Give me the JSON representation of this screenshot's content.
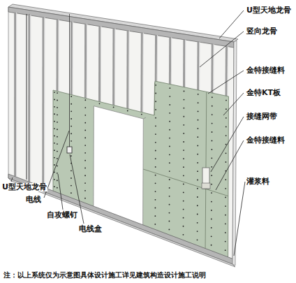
{
  "diagram": {
    "labels": [
      "U型天地龙骨",
      "竖向龙骨",
      "金特接缝料",
      "金特KT板",
      "接缝网带",
      "金特接缝料",
      "灌浆料",
      "U型天地龙骨",
      "电线",
      "自攻螺钉",
      "电线盒",
      "注：以上系统仅为示意图具体设计施工详见建筑构造设计施工说明"
    ]
  }
}
